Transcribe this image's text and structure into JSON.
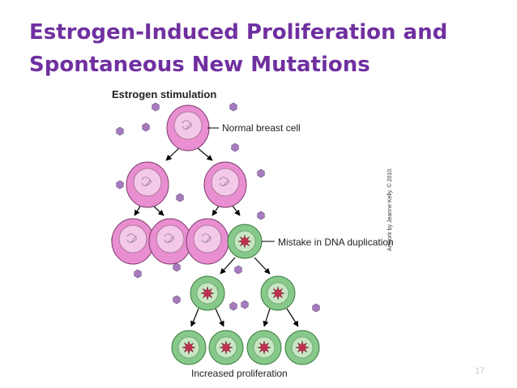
{
  "slide": {
    "title_line1": "Estrogen-Induced Proliferation and",
    "title_line2": "Spontaneous New Mutations",
    "page_number": "17"
  },
  "diagram": {
    "header_label": "Estrogen stimulation",
    "normal_cell_label": "Normal breast cell",
    "mutation_label": "Mistake in DNA duplication",
    "bottom_label": "Increased proliferation",
    "credit": "Artwork by Jeanne Kelly. © 2010.",
    "colors": {
      "normal_cell_outer": "#e98ed0",
      "normal_cell_inner": "#f4c8e8",
      "mutant_cell_outer": "#86c98a",
      "mutant_cell_inner": "#c6e6c4",
      "mutant_nucleus": "#c03050",
      "estrogen_molecule": "#a67bbd"
    }
  }
}
